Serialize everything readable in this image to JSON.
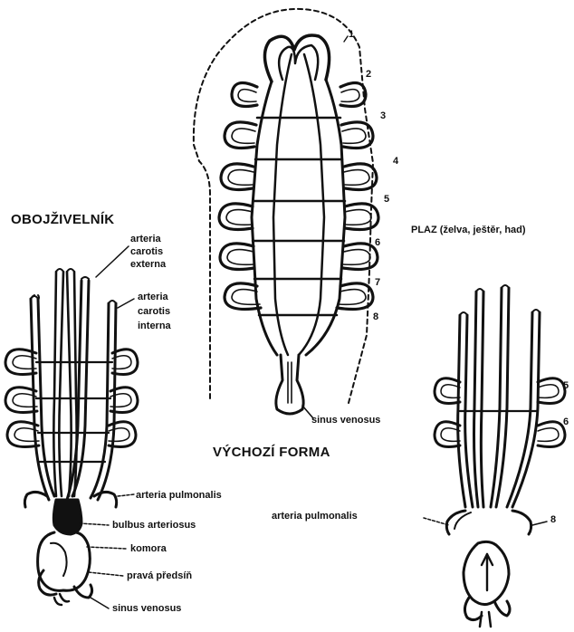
{
  "headings": {
    "amphibian": "OBOJŽIVELNÍK",
    "base_form": "VÝCHOZÍ FORMA",
    "reptile": "PLAZ (želva, ještěr, had)"
  },
  "arch_numbers": [
    "1",
    "2",
    "3",
    "4",
    "5",
    "6",
    "7",
    "8"
  ],
  "reptile_numbers": [
    "5",
    "6",
    "8"
  ],
  "center_labels": {
    "sinus": "sinus venosus"
  },
  "amphibian_labels": {
    "ext_1": "arteria",
    "ext_2": "carotis",
    "ext_3": "externa",
    "int_1": "arteria",
    "int_2": "carotis",
    "int_3": "interna",
    "pulmonalis": "arteria pulmonalis",
    "bulbus": "bulbus arteriosus",
    "komora": "komora",
    "predsin": "pravá předsíň",
    "sinus": "sinus venosus"
  },
  "reptile_labels": {
    "pulmonalis": "arteria pulmonalis"
  },
  "colors": {
    "ink": "#111111",
    "background": "#ffffff"
  }
}
